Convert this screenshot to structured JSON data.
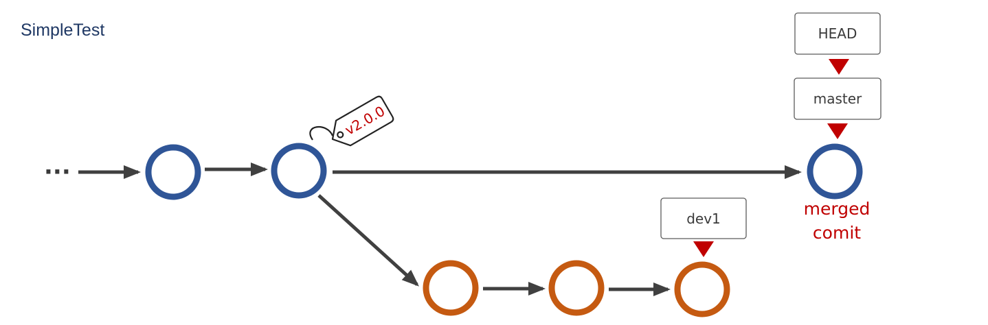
{
  "title": "SimpleTest",
  "ellipsis": "···",
  "tag": {
    "label": "v2.0.0"
  },
  "pointers": {
    "head": "HEAD",
    "master": "master",
    "dev1": "dev1"
  },
  "merge_note": {
    "line1": "merged",
    "line2": "comit"
  },
  "colors": {
    "master_branch": "#2f5597",
    "dev_branch": "#c55a11",
    "arrow": "#404040",
    "pointer_marker": "#c00000",
    "title": "#1f3864"
  }
}
